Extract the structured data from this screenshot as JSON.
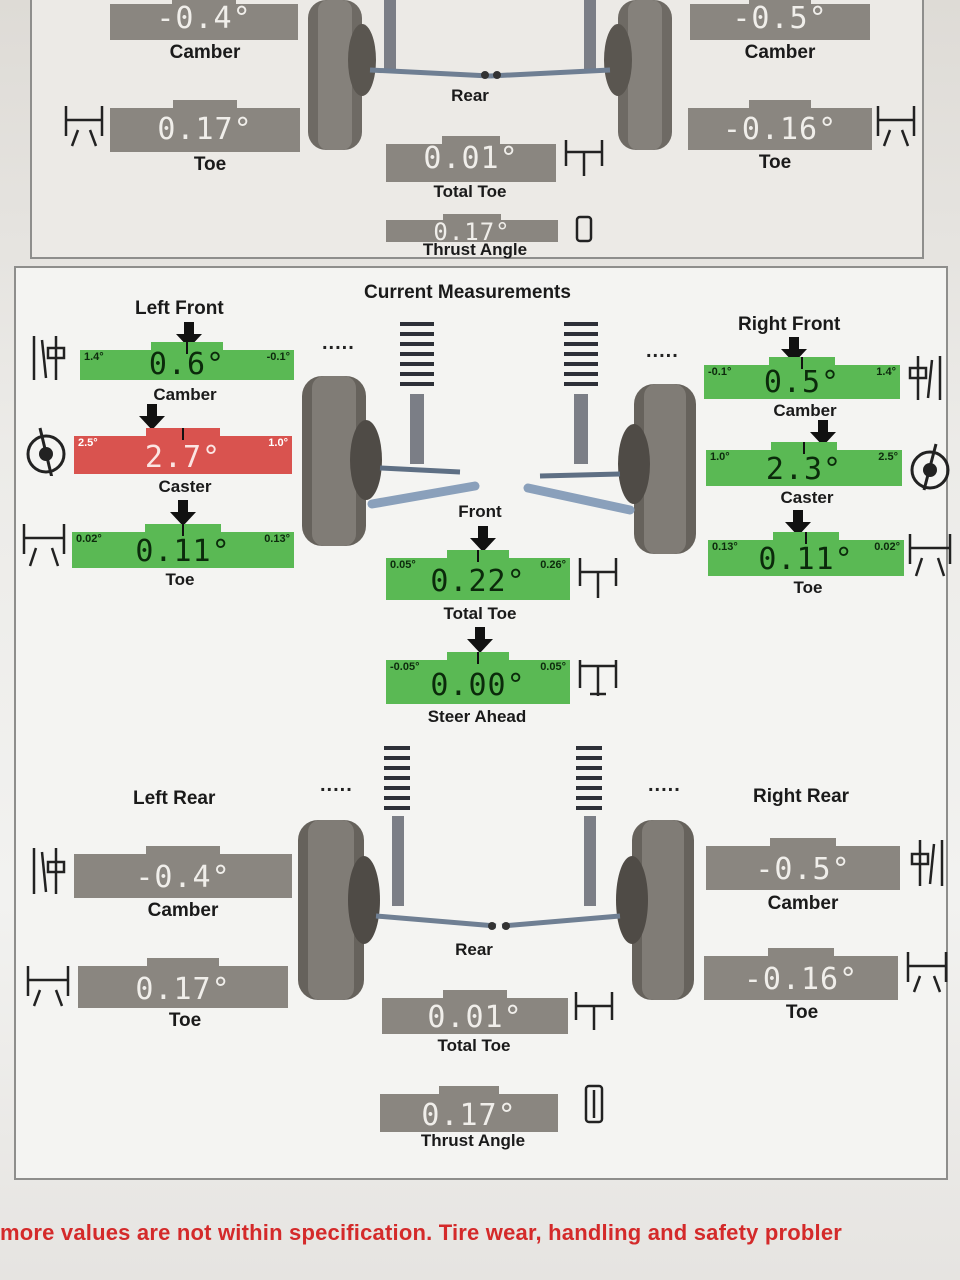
{
  "colors": {
    "in_spec": "#5ab954",
    "out_of_spec": "#d9534f",
    "inactive": "#8a8680",
    "warning": "#d42a2a"
  },
  "previous": {
    "left_camber": {
      "value": "-0.4°",
      "label": "Camber"
    },
    "right_camber": {
      "value": "-0.5°",
      "label": "Camber"
    },
    "left_toe": {
      "value": "0.17°",
      "label": "Toe"
    },
    "right_toe": {
      "value": "-0.16°",
      "label": "Toe"
    },
    "axle_label": "Rear",
    "total_toe": {
      "value": "0.01°",
      "label": "Total Toe"
    },
    "thrust": {
      "value": "0.17°",
      "label": "Thrust Angle"
    }
  },
  "current": {
    "title": "Current Measurements",
    "left_front": {
      "heading": "Left Front",
      "camber": {
        "value": "0.6°",
        "min": "1.4°",
        "max": "-0.1°",
        "label": "Camber",
        "status": "ok"
      },
      "caster": {
        "value": "2.7°",
        "min": "2.5°",
        "max": "1.0°",
        "label": "Caster",
        "status": "out"
      },
      "toe": {
        "value": "0.11°",
        "min": "0.02°",
        "max": "0.13°",
        "label": "Toe",
        "status": "ok"
      }
    },
    "right_front": {
      "heading": "Right Front",
      "camber": {
        "value": "0.5°",
        "min": "-0.1°",
        "max": "1.4°",
        "label": "Camber",
        "status": "ok"
      },
      "caster": {
        "value": "2.3°",
        "min": "1.0°",
        "max": "2.5°",
        "label": "Caster",
        "status": "ok"
      },
      "toe": {
        "value": "0.11°",
        "min": "0.13°",
        "max": "0.02°",
        "label": "Toe",
        "status": "ok"
      }
    },
    "front": {
      "label": "Front",
      "total_toe": {
        "value": "0.22°",
        "min": "0.05°",
        "max": "0.26°",
        "label": "Total Toe"
      },
      "steer_ahead": {
        "value": "0.00°",
        "min": "-0.05°",
        "max": "0.05°",
        "label": "Steer Ahead"
      }
    },
    "front_dots_left": ".....",
    "front_dots_right": ".....",
    "left_rear": {
      "heading": "Left Rear",
      "camber": {
        "value": "-0.4°",
        "label": "Camber"
      },
      "toe": {
        "value": "0.17°",
        "label": "Toe"
      }
    },
    "right_rear": {
      "heading": "Right Rear",
      "camber": {
        "value": "-0.5°",
        "label": "Camber"
      },
      "toe": {
        "value": "-0.16°",
        "label": "Toe"
      }
    },
    "rear": {
      "label": "Rear",
      "total_toe": {
        "value": "0.01°",
        "label": "Total Toe"
      },
      "thrust": {
        "value": "0.17°",
        "label": "Thrust Angle"
      }
    },
    "rear_dots_left": ".....",
    "rear_dots_right": "....."
  },
  "warning_text": "more values are not within specification.  Tire wear, handling and safety probler"
}
